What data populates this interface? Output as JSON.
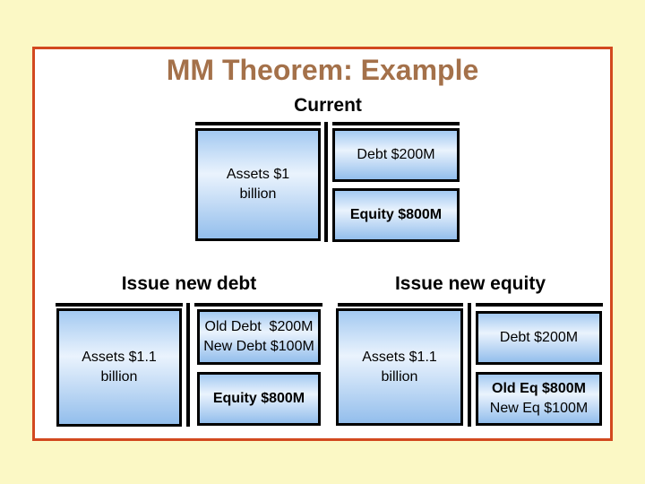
{
  "colors": {
    "page_bg": "#FBF8C5",
    "slide_bg": "#FFFFFF",
    "slide_border": "#D2491F",
    "title_color": "#A4714A",
    "box_border": "#000000",
    "box_gradient_top": "#A3C9F1",
    "box_gradient_mid": "#EAF3FD",
    "box_gradient_bottom": "#93BEEC",
    "divider_color": "#000000"
  },
  "title": "MM Theorem: Example",
  "sections": {
    "current": {
      "label": "Current",
      "assets": {
        "line1": "Assets $1",
        "line2": "billion"
      },
      "debt": "Debt $200M",
      "equity": "Equity $800M"
    },
    "new_debt": {
      "label": "Issue new debt",
      "assets": {
        "line1": "Assets $1.1",
        "line2": "billion"
      },
      "debt": {
        "line1": "Old Debt  $200M",
        "line2": "New Debt $100M"
      },
      "equity": "Equity $800M"
    },
    "new_equity": {
      "label": "Issue new equity",
      "assets": {
        "line1": "Assets $1.1",
        "line2": "billion"
      },
      "debt": "Debt $200M",
      "equity": {
        "line1": "Old Eq $800M",
        "line2": "New Eq $100M"
      }
    }
  }
}
